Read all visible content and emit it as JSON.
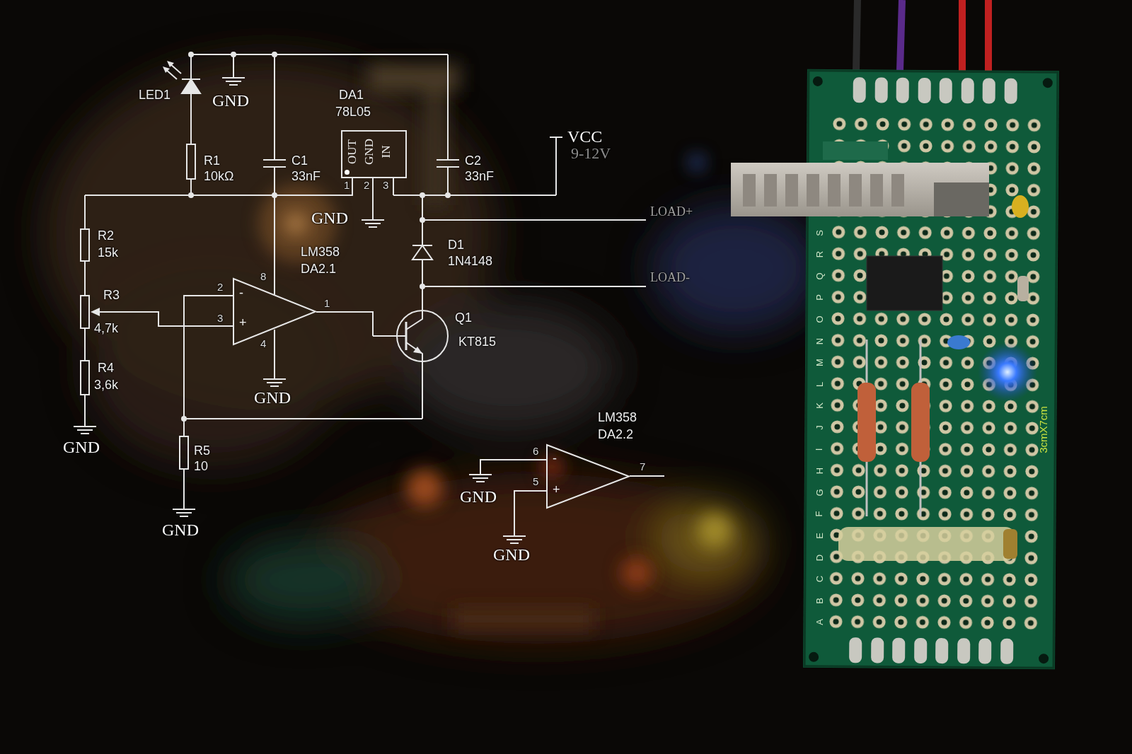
{
  "diagram": {
    "nodes": [
      {
        "text": [
          "OUT",
          "GND",
          "IN"
        ]
      },
      {
        "text": [
          "-",
          "+"
        ]
      },
      {
        "text": [
          "-",
          "+"
        ]
      }
    ],
    "edges": [
      {
        "from": 0,
        "to": 1,
        "arrow": "none"
      }
    ],
    "labels": [
      "LED1",
      "GND",
      "R1",
      "10kΩ",
      "C1",
      "33nF",
      "DA1",
      "78L05",
      "1",
      "2",
      "3",
      "GND",
      "C2",
      "33nF",
      "VCC",
      "9-12V",
      "LOAD+",
      "LM358",
      "DA2.1",
      "D1",
      "1N4148",
      "LOAD-",
      "R2",
      "15k",
      "R3",
      "4,7k",
      "R4",
      "3,6k",
      "GND",
      "2",
      "3",
      "8",
      "4",
      "1",
      "GND",
      "Q1",
      "KT815",
      "R5",
      "10",
      "GND",
      "LM358",
      "DA2.2",
      "6",
      "5",
      "7",
      "GND",
      "GND",
      "S",
      "R",
      "Q",
      "P",
      "O",
      "N",
      "M",
      "L",
      "K",
      "J",
      "I",
      "H",
      "G",
      "F",
      "E",
      "D",
      "C",
      "B",
      "A",
      "3cmX7cm"
    ]
  }
}
